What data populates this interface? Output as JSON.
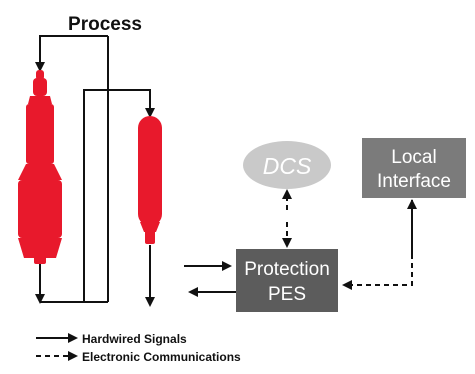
{
  "title": "Process",
  "nodes": {
    "dcs": {
      "label": "DCS",
      "color": "#c9c9c9",
      "text_color": "#ffffff"
    },
    "local_interface": {
      "line1": "Local",
      "line2": "Interface",
      "color": "#7b7b7b",
      "text_color": "#ffffff"
    },
    "protection_pes": {
      "line1": "Protection",
      "line2": "PES",
      "color": "#5c5c5c",
      "text_color": "#ffffff"
    }
  },
  "vessel_color": "#e8192c",
  "legend": {
    "hardwired": "Hardwired Signals",
    "electronic": "Electronic Communications"
  }
}
